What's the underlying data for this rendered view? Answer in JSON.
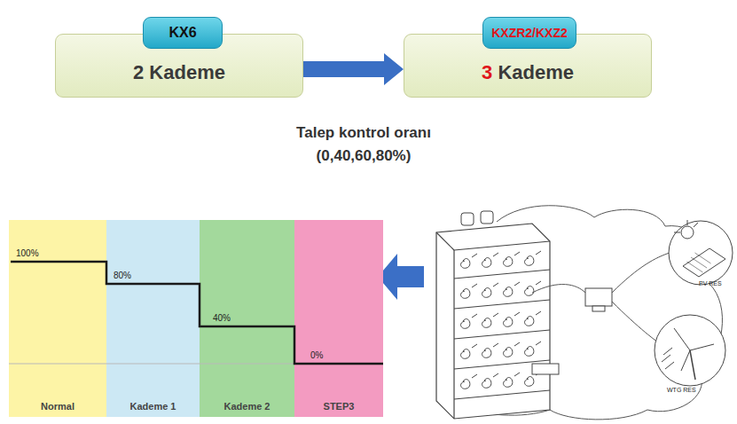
{
  "diagram": {
    "nodes": [
      {
        "text": [
          "2 Kademe"
        ]
      },
      {
        "text": [
          "KX6"
        ],
        "in": 0
      },
      {
        "text": [
          "3 Kademe"
        ]
      },
      {
        "text": [
          "KXZR2/KXZ2"
        ],
        "in": 2
      },
      {
        "text": [
          "Normal"
        ]
      },
      {
        "text": [
          "Kademe 1"
        ]
      },
      {
        "text": [
          "Kademe 2"
        ]
      },
      {
        "text": [
          "STEP3"
        ]
      }
    ],
    "edges": [
      {
        "from": 0,
        "to": 2,
        "arrow": "to"
      }
    ],
    "labels": [
      "Talep kontrol oranı",
      "(0,40,60,80%)",
      "100%",
      "80%",
      "40%",
      "0%",
      "PV RES",
      "WTG RES"
    ]
  }
}
